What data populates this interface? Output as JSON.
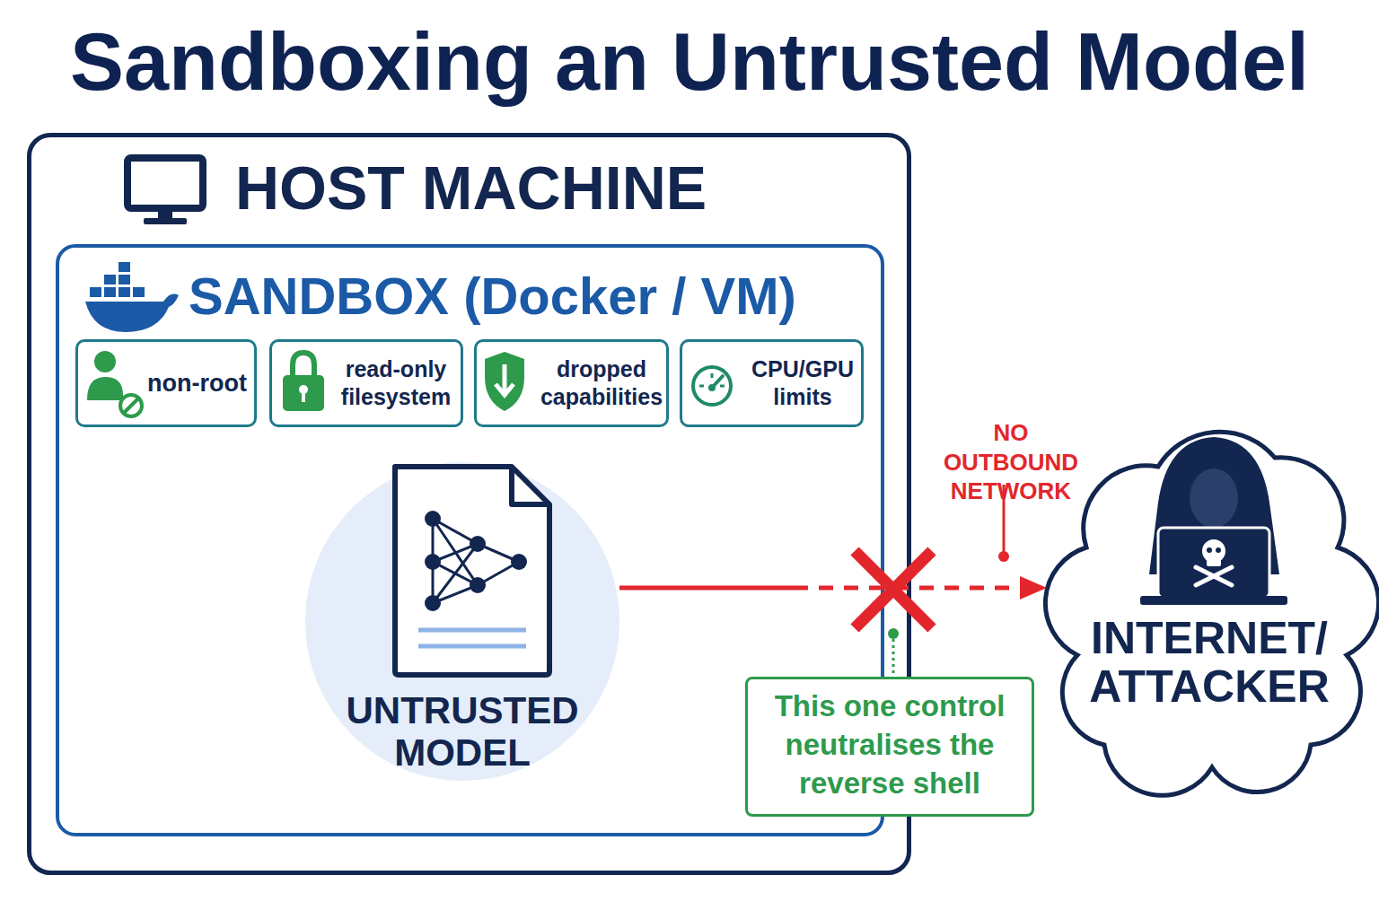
{
  "diagram": {
    "title": "Sandboxing an Untrusted Model",
    "nodes": [
      {
        "text": [
          "HOST MACHINE"
        ]
      },
      {
        "text": [
          "SANDBOX (Docker / VM)"
        ],
        "in": 0
      },
      {
        "text": [
          "non-root"
        ],
        "in": 1
      },
      {
        "text": [
          "read-only filesystem"
        ],
        "in": 1
      },
      {
        "text": [
          "dropped capabilities"
        ],
        "in": 1
      },
      {
        "text": [
          "CPU/GPU limits"
        ],
        "in": 1
      },
      {
        "text": [
          "UNTRUSTED MODEL"
        ],
        "in": 1
      },
      {
        "text": [
          "INTERNET/ ATTACKER"
        ]
      },
      {
        "text": [
          "This one control neutralises the reverse shell"
        ]
      }
    ],
    "edges": [
      {
        "from": 6,
        "to": 7,
        "arrow": "to"
      }
    ],
    "labels": [
      "NO OUTBOUND NETWORK"
    ]
  }
}
